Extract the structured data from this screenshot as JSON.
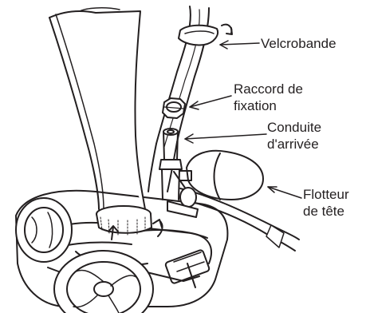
{
  "labels": {
    "velcro": "Velcrobande",
    "raccord": [
      "Raccord de",
      "fixation"
    ],
    "conduite": [
      "Conduite",
      "d'arrivée"
    ],
    "flotteur": [
      "Flotteur",
      "de tête"
    ]
  },
  "colors": {
    "ink": "#231f20",
    "background": "#ffffff"
  }
}
